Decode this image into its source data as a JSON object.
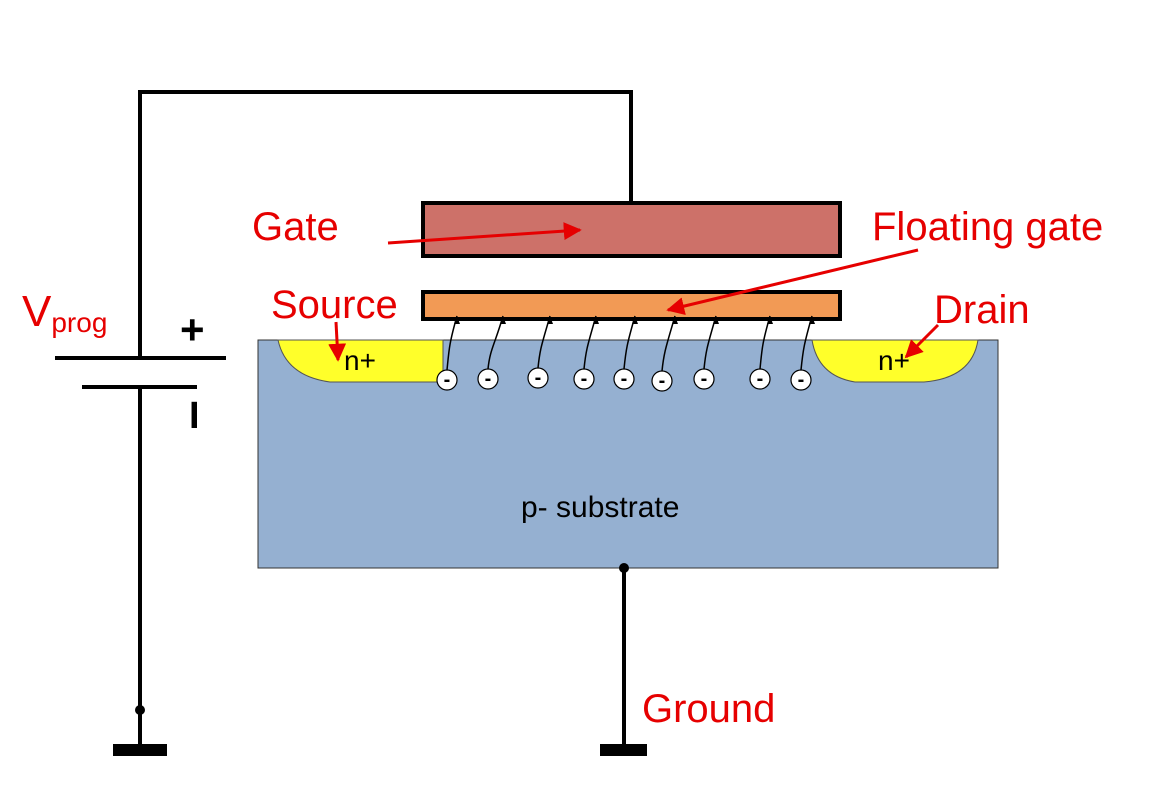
{
  "labels": {
    "gate": "Gate",
    "floating_gate": "Floating gate",
    "source": "Source",
    "drain": "Drain",
    "ground": "Ground",
    "vprog_main": "V",
    "vprog_sub": "prog",
    "plus": "+",
    "minus": "I",
    "n_plus_source": "n+",
    "n_plus_drain": "n+",
    "substrate": "p- substrate",
    "electron": "-"
  },
  "colors": {
    "label_red": "#e60000",
    "gate_fill": "#cd7169",
    "floating_gate_fill": "#f29a55",
    "substrate_fill": "#95b0d1",
    "n_plus_fill": "#ffff2a",
    "wire": "#000000"
  },
  "electron_count": 9
}
